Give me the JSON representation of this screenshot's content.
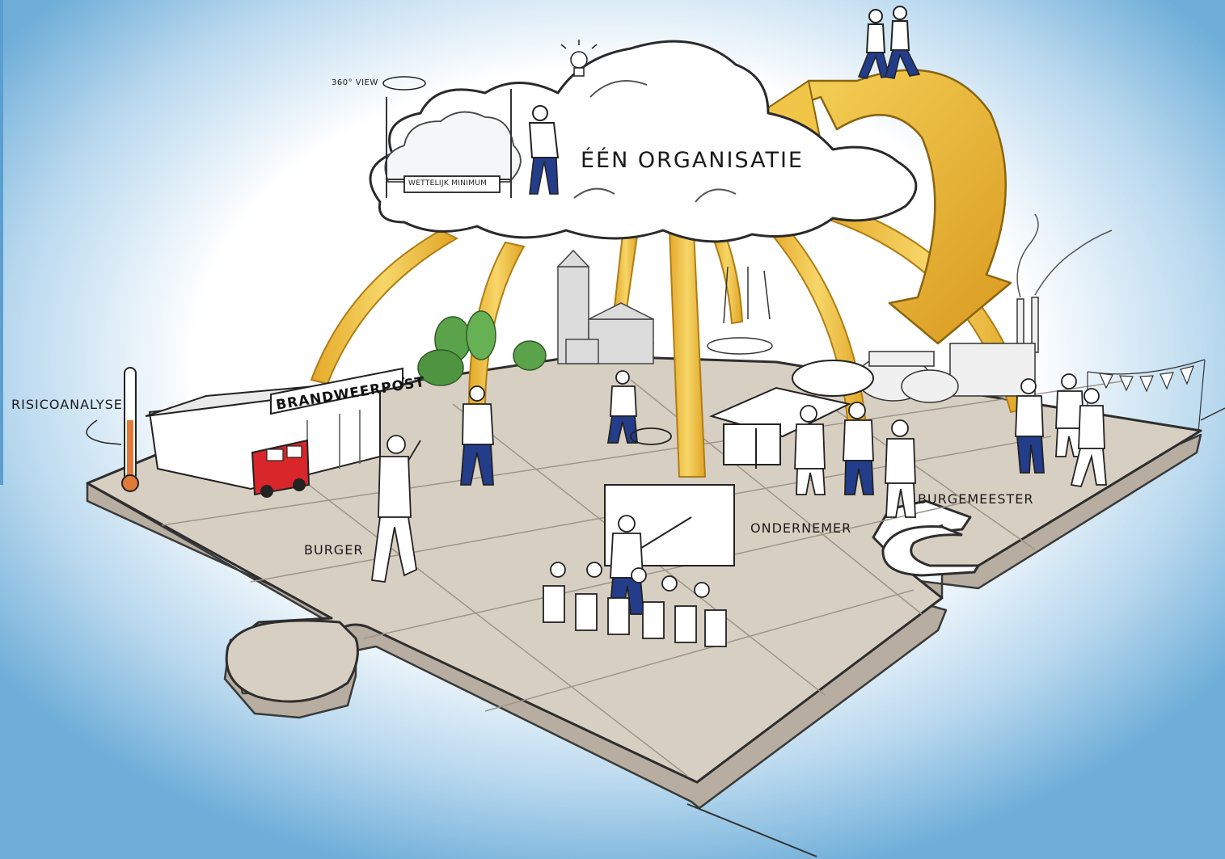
{
  "title": "ÉÉN ORGANISATIE",
  "labels": {
    "risicoanalyse": "RISICOANALYSE",
    "brandweerpost": "BRANDWEERPOST",
    "burger": "BURGER",
    "ondernemer": "ONDERNEMER",
    "burgemeester": "BURGEMEESTER",
    "wettelijk_minimum": "WETTELIJK MINIMUM",
    "view_360": "360° VIEW"
  },
  "colors": {
    "sky": "#7fb8de",
    "cloud": "#ffffff",
    "arrow_yellow": "#f2c445",
    "arrow_edge": "#c9921c",
    "puzzle_top": "#d8cfc3",
    "puzzle_side": "#b7ada0",
    "fire_truck": "#d9262b",
    "tree_green": "#5aa34a",
    "people_blue": "#243d8a"
  }
}
